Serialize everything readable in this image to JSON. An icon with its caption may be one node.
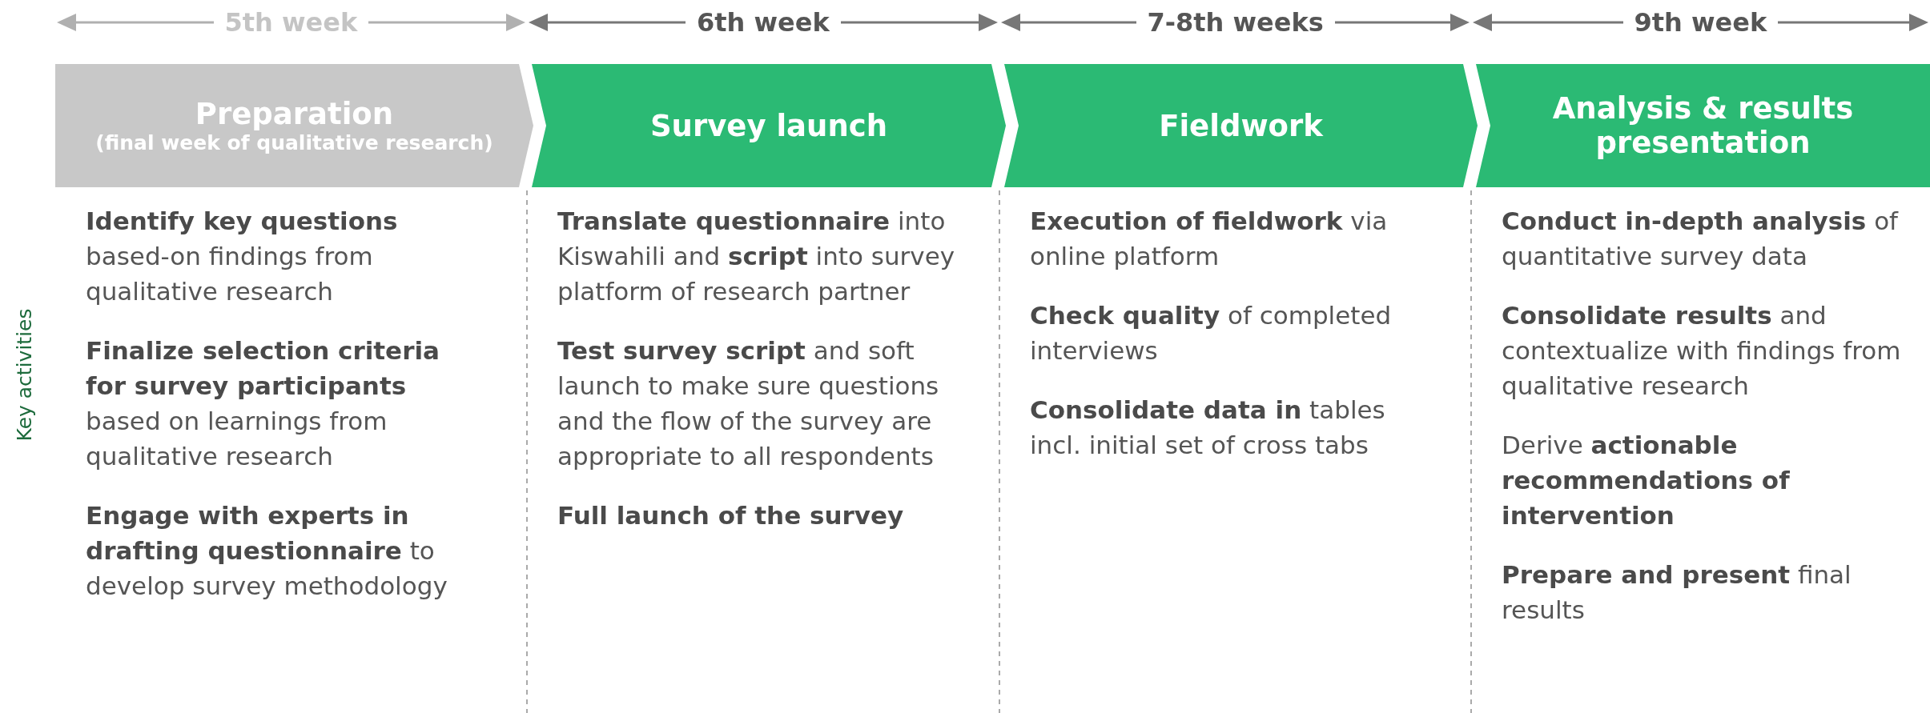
{
  "diagram": {
    "nodes": [
      {
        "text": [
          "Preparation",
          "(final week of qualitative research)"
        ]
      },
      {
        "text": [
          "Survey launch"
        ]
      },
      {
        "text": [
          "Fieldwork"
        ]
      },
      {
        "text": [
          "Analysis & results presentation"
        ]
      }
    ],
    "labels": [
      "5th week",
      "6th week",
      "7-8th weeks",
      "9th week",
      "Key activities",
      "**Identify key questions** based-on findings from qualitative research",
      "**Finalize selection criteria for survey participants** based on learnings from qualitative research",
      "**Engage with experts in drafting questionnaire** to develop survey methodology",
      "**Translate questionnaire** into Kiswahili and **script** into survey platform of research partner",
      "**Test survey script** and soft launch to make sure questions and the flow of the survey are appropriate to all respondents",
      "**Full launch of the survey**",
      "**Execution of fieldwork** via online platform",
      "**Check quality** of completed interviews",
      "**Consolidate data in** tables incl. initial set of cross tabs",
      "**Conduct in-depth analysis** of quantitative survey data",
      "**Consolidate results** and contextualize with findings from qualitative research",
      "Derive **actionable recommendations of intervention**",
      "**Prepare and present** final results"
    ]
  }
}
